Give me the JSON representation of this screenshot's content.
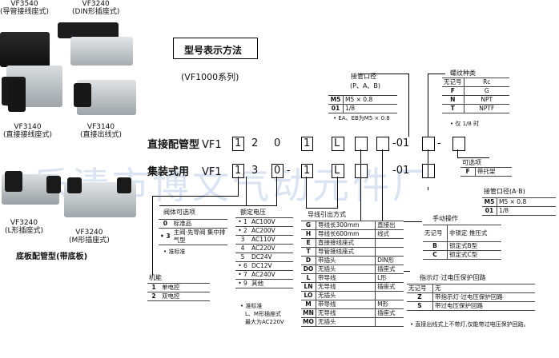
{
  "left_products": [
    {
      "model": "VF3540",
      "desc": "(导管接线座式)"
    },
    {
      "model": "VF3240",
      "desc": "(DIN形插座式)"
    },
    {
      "model": "VF3140",
      "desc": "(直接接线座式)"
    },
    {
      "model": "VF3140",
      "desc": "(直接出线式)"
    },
    {
      "model": "VF3240",
      "desc": "(L形插座式)"
    },
    {
      "model": "VF3240",
      "desc": "(M形插座式)"
    }
  ],
  "base_title": "底板配管型(带底板)",
  "heading": "型号表示方法",
  "series": "(VF1000系列)",
  "watermark": "乐清市博文气动元件厂",
  "row1": {
    "label": "直接配管型",
    "prefix": "VF1",
    "boxes": [
      "1",
      "2",
      "0",
      "1",
      "L",
      "",
      "",
      "-01",
      "",
      ""
    ]
  },
  "row2": {
    "label": "集装式用",
    "prefix": "VF1",
    "boxes": [
      "1",
      "3",
      "0",
      "-",
      "1",
      "",
      "L",
      "",
      "-01",
      ""
    ]
  },
  "port_size": {
    "title": "接管口径",
    "sub": "(P、A、B)",
    "rows": [
      [
        "M5",
        "M5 × 0.8"
      ],
      [
        "01",
        "1/8"
      ]
    ],
    "note": "• EA、EB为M5 × 0.8"
  },
  "thread": {
    "title": "螺纹种类",
    "rows": [
      [
        "无记号",
        "Rc"
      ],
      [
        "F",
        "G"
      ],
      [
        "N",
        "NPT"
      ],
      [
        "T",
        "NPTF"
      ]
    ],
    "note": "• 仅 1/8 时"
  },
  "option": {
    "title": "可选项",
    "rows": [
      [
        "F",
        "带托架"
      ]
    ]
  },
  "port_size2": {
    "title": "接管口径(A·B)",
    "rows": [
      [
        "M5",
        "M5 × 0.8"
      ],
      [
        "01",
        "1/8"
      ]
    ]
  },
  "manual": {
    "title": "手动操作",
    "rows": [
      [
        "无记号",
        "非锁定 推压式"
      ],
      [
        "B",
        "锁定式B型"
      ],
      [
        "C",
        "锁定式C型"
      ]
    ]
  },
  "indicator": {
    "title": "指示灯·过电压保护回路",
    "rows": [
      [
        "无记号",
        "无"
      ],
      [
        "Z",
        "带指示灯·过电压保护回路"
      ],
      [
        "S",
        "带过电压保护回路"
      ]
    ],
    "note": "• 直接出线式上不带灯,仅能带过电压保护回路。"
  },
  "valve_option": {
    "title": "阀体可选项",
    "rows": [
      [
        "0",
        "标准品"
      ],
      [
        "• 3",
        "主阀·先导阀 集中排气型"
      ]
    ],
    "note": "• 准标准"
  },
  "voltage": {
    "title": "额定电压",
    "rows": [
      [
        "• 1",
        "AC100V"
      ],
      [
        "• 2",
        "AC200V"
      ],
      [
        "3",
        "AC110V"
      ],
      [
        "4",
        "AC220V"
      ],
      [
        "5",
        "DC24V"
      ],
      [
        "• 6",
        "DC12V"
      ],
      [
        "• 7",
        "AC240V"
      ],
      [
        "• 9",
        "其他"
      ]
    ],
    "note1": "• 准标准",
    "note2": "L、M形插座式",
    "note3": "最大为AC220V"
  },
  "wiring": {
    "title": "导线引出方式",
    "rows": [
      [
        "G",
        "导线长300mm",
        "直接出"
      ],
      [
        "H",
        "导线长600mm",
        "线式"
      ],
      [
        "E",
        "直接接线座式",
        ""
      ],
      [
        "T",
        "导管接线座式",
        ""
      ],
      [
        "D",
        "带插头",
        "DIN形"
      ],
      [
        "DO",
        "无插头",
        "插座式"
      ],
      [
        "L",
        "带导线",
        "L形"
      ],
      [
        "LN",
        "无导线",
        "插座式"
      ],
      [
        "LO",
        "无插头",
        ""
      ],
      [
        "M",
        "带导线",
        "M形"
      ],
      [
        "MN",
        "无导线",
        "插座式"
      ],
      [
        "MO",
        "无插头",
        ""
      ]
    ]
  },
  "function": {
    "title": "机能",
    "rows": [
      [
        "1",
        "单电控"
      ],
      [
        "2",
        "双电控"
      ]
    ]
  }
}
